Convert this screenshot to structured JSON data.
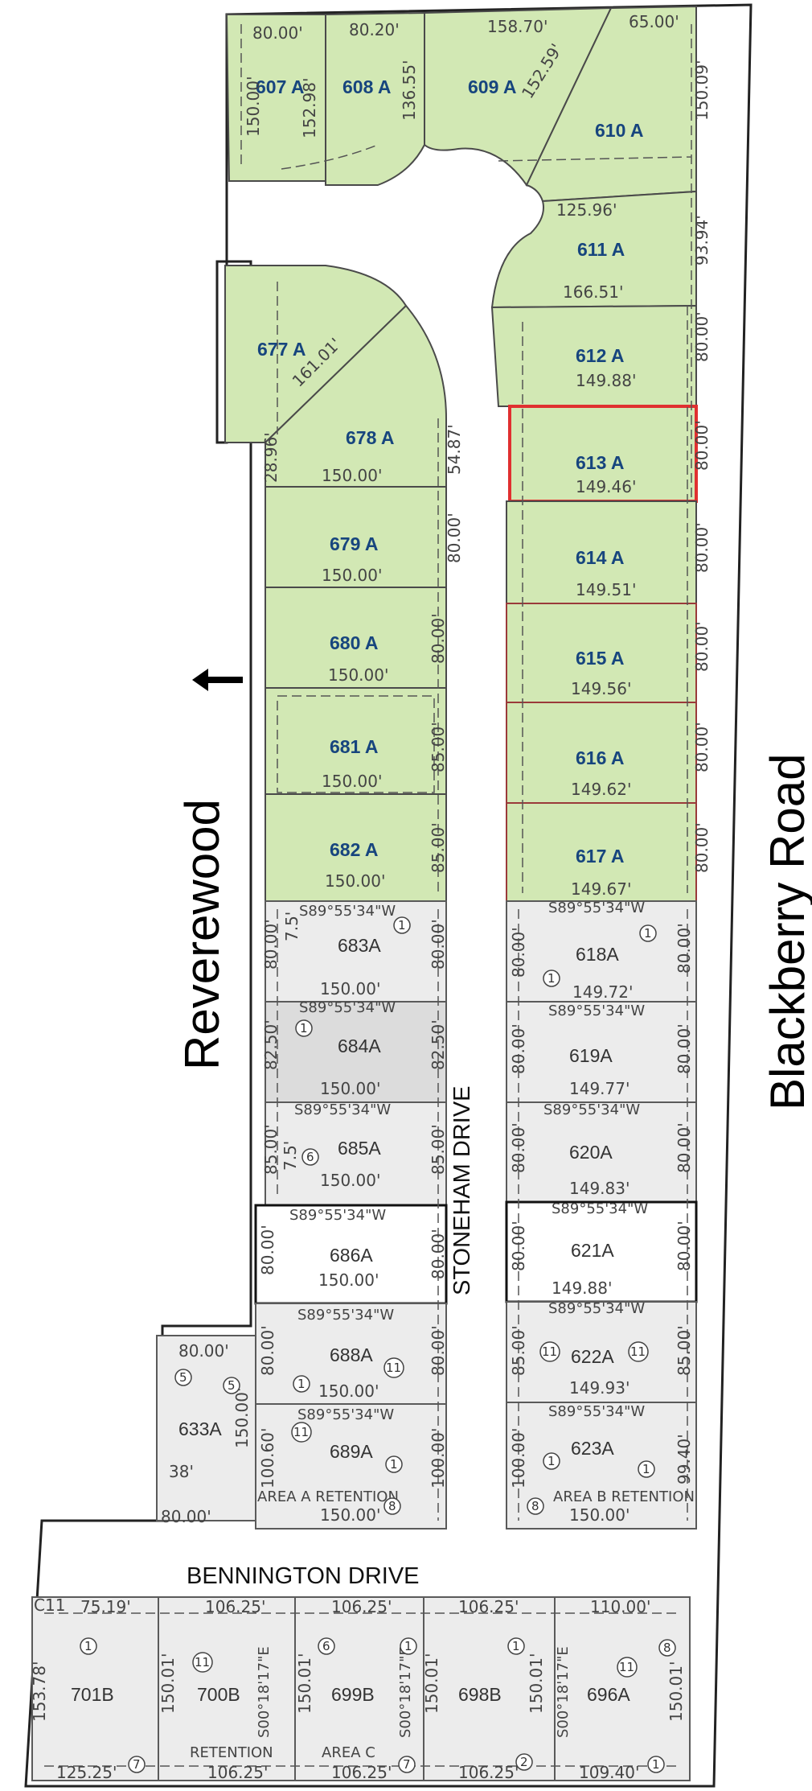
{
  "labels": {
    "reverewood": "Reverewood",
    "blackberry_road": "Blackberry Road",
    "stoneham_drive": "STONEHAM DRIVE",
    "bennington_drive": "BENNINGTON DRIVE",
    "area_a_retention": "AREA  A  RETENTION",
    "area_b_retention": "AREA  B  RETENTION",
    "area_c": "AREA  C",
    "retention": "RETENTION"
  },
  "highlight_color": "#e03030",
  "green_color": "#d2e8b4",
  "lots": {
    "l607": "607 A",
    "l608": "608 A",
    "l609": "609 A",
    "l610": "610 A",
    "l611": "611 A",
    "l612": "612 A",
    "l613": "613 A",
    "l614": "614 A",
    "l615": "615 A",
    "l616": "616 A",
    "l617": "617 A",
    "l677": "677 A",
    "l678": "678 A",
    "l679": "679 A",
    "l680": "680 A",
    "l681": "681 A",
    "l682": "682 A",
    "l683": "683A",
    "l684": "684A",
    "l685": "685A",
    "l686": "686A",
    "l688": "688A",
    "l689": "689A",
    "l633": "633A",
    "l618": "618A",
    "l619": "619A",
    "l620": "620A",
    "l621": "621A",
    "l622": "622A",
    "l623": "623A",
    "l701": "701B",
    "l700": "700B",
    "l699": "699B",
    "l698": "698B",
    "l696": "696A"
  },
  "dims": {
    "d80_00": "80.00'",
    "d80_20": "80.20'",
    "d158_70": "158.70'",
    "d65_00": "65.00'",
    "d150_00": "150.00'",
    "d152_98": "152.98'",
    "d136_55": "136.55'",
    "d152_59": "152.59'",
    "d150_09": "150.09'",
    "d125_96": "125.96'",
    "d93_94": "93.94'",
    "d166_51": "166.51'",
    "d161_01": "161.01'",
    "d149_88": "149.88'",
    "d149_46": "149.46'",
    "d149_51": "149.51'",
    "d149_56": "149.56'",
    "d149_62": "149.62'",
    "d149_67": "149.67'",
    "d149_72": "149.72'",
    "d149_77": "149.77'",
    "d149_83": "149.83'",
    "d149_93": "149.93'",
    "d28_96": "28.96'",
    "d54_87": "54.87'",
    "d85_00": "85.00'",
    "d82_50": "82.50'",
    "d7_5": "7.5'",
    "d7_5b": "7.5'",
    "d100_60": "100.60'",
    "d100_00": "100.00'",
    "d99_40": "99.40'",
    "d38": "38'",
    "dC11": "C11",
    "d75_19": "75.19'",
    "d106_25": "106.25'",
    "d110_00": "110.00'",
    "d153_78": "153.78'",
    "d150_01": "150.01'",
    "d125_25": "125.25'",
    "d109_40": "109.40'",
    "bearing_w": "S89°55'34\"W",
    "bearing_e": "S00°18'17\"E"
  },
  "markers": {
    "m1": "1",
    "m2": "2",
    "m5": "5",
    "m6": "6",
    "m7": "7",
    "m8": "8",
    "m11": "11"
  }
}
